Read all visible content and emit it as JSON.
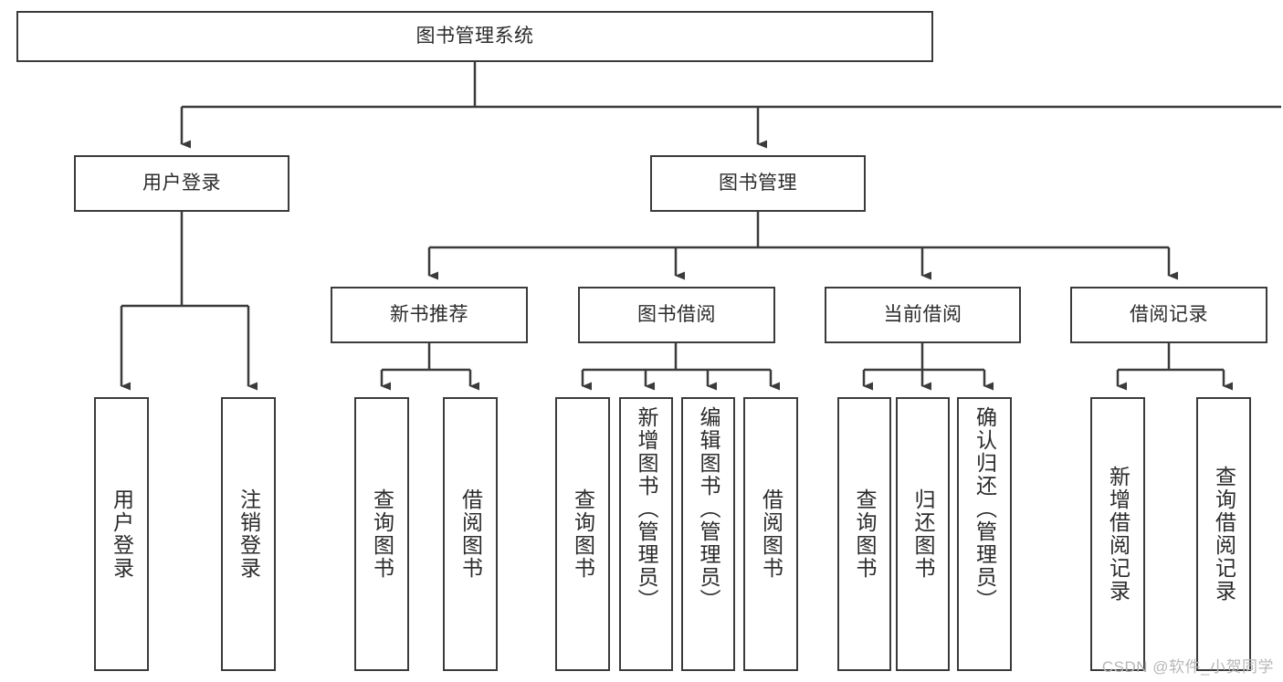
{
  "diagram": {
    "title": "图书管理系统",
    "type": "tree-hierarchy",
    "watermark": "CSDN @软件_小贺同学",
    "colors": {
      "stroke": "#3b3b3b",
      "fill": "#ffffff",
      "text": "#2b2b2b",
      "watermark": "#b7b7b7"
    },
    "nodes": {
      "root": "图书管理系统",
      "level1": [
        "用户登录",
        "图书管理"
      ],
      "level2": [
        "新书推荐",
        "图书借阅",
        "当前借阅",
        "借阅记录"
      ],
      "leaves": {
        "user_login": [
          "用户登录",
          "注销登录"
        ],
        "new_book": [
          "查询图书",
          "借阅图书"
        ],
        "book_borrow": [
          "查询图书",
          "新增图书（管理员）",
          "编辑图书（管理员）",
          "借阅图书"
        ],
        "current_borrow": [
          "查询图书",
          "归还图书",
          "确认归还（管理员）"
        ],
        "borrow_record": [
          "新增借阅记录",
          "查询借阅记录"
        ]
      }
    }
  }
}
